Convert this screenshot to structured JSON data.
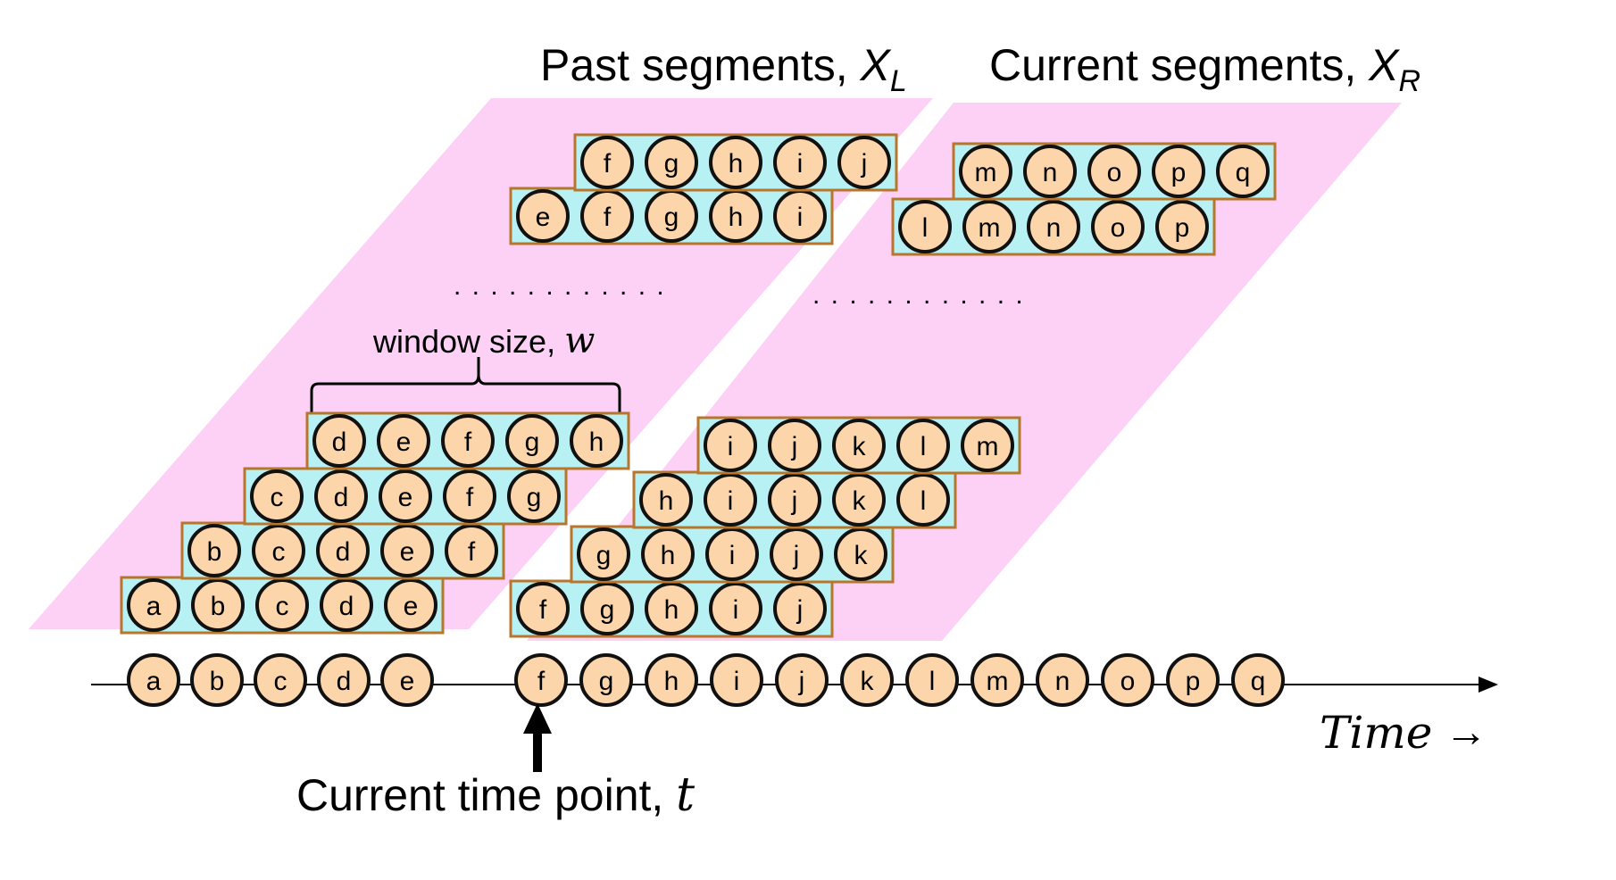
{
  "labels": {
    "past_title": "Past segments, ",
    "past_var": "X",
    "past_sub": "L",
    "current_title": "Current segments, ",
    "current_var": "X",
    "current_sub": "R",
    "window_text": "window size, ",
    "window_var": "w",
    "time_label": "Time",
    "time_arrow": "→",
    "current_point_text": "Current time point, ",
    "current_point_var": "t",
    "dots": ". . . . . . . . . . . ."
  },
  "colors": {
    "region": "#fdd0f6",
    "segment_fill": "#b8f1f4",
    "segment_border": "#b8762c",
    "circle_fill": "#fcd5aa",
    "circle_border": "#111111"
  },
  "timeline": [
    "a",
    "b",
    "c",
    "d",
    "e",
    "f",
    "g",
    "h",
    "i",
    "j",
    "k",
    "l",
    "m",
    "n",
    "o",
    "p",
    "q"
  ],
  "past_segments": [
    [
      "a",
      "b",
      "c",
      "d",
      "e"
    ],
    [
      "b",
      "c",
      "d",
      "e",
      "f"
    ],
    [
      "c",
      "d",
      "e",
      "f",
      "g"
    ],
    [
      "d",
      "e",
      "f",
      "g",
      "h"
    ],
    [
      "e",
      "f",
      "g",
      "h",
      "i"
    ],
    [
      "f",
      "g",
      "h",
      "i",
      "j"
    ]
  ],
  "current_segments": [
    [
      "f",
      "g",
      "h",
      "i",
      "j"
    ],
    [
      "g",
      "h",
      "i",
      "j",
      "k"
    ],
    [
      "h",
      "i",
      "j",
      "k",
      "l"
    ],
    [
      "i",
      "j",
      "k",
      "l",
      "m"
    ],
    [
      "l",
      "m",
      "n",
      "o",
      "p"
    ],
    [
      "m",
      "n",
      "o",
      "p",
      "q"
    ]
  ]
}
